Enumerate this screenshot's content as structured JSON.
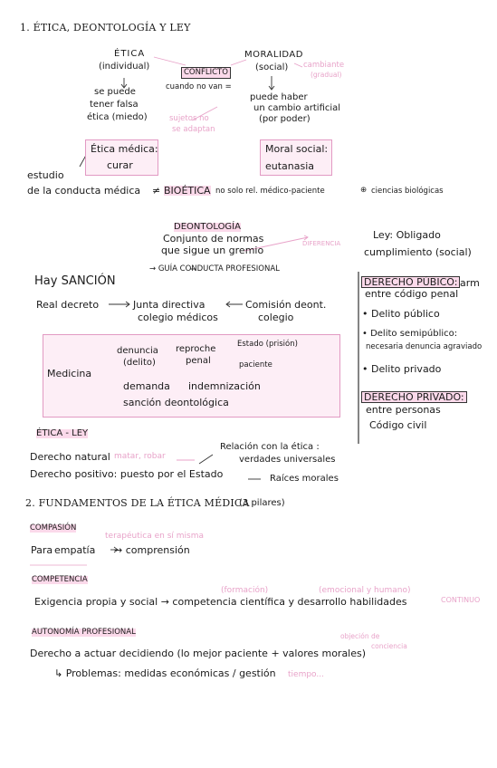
{
  "s1": {
    "heading": "1.   ÉTICA, DEONTOLOGÍA Y LEY",
    "etica": "ÉTICA",
    "individual": "(individual)",
    "se_puede_1": "se puede",
    "se_puede_2": "tener falsa",
    "se_puede_3": "ética  (miedo)",
    "conflicto": "CONFLICTO",
    "cuando": "cuando no van =",
    "moralidad": "MORALIDAD",
    "social": "(social)",
    "cambiante": "cambiante",
    "gradual": "(gradual)",
    "puede_1": "puede haber",
    "puede_2": "un cambio artificial",
    "puede_3": "(por poder)",
    "sujetos_1": "sujetos no",
    "sujetos_2": "se adaptan",
    "etica_medica_1": "Ética médica:",
    "etica_medica_2": "curar",
    "moral_social_1": "Moral social:",
    "moral_social_2": "eutanasia",
    "estudio": "estudio",
    "de_la_conducta": "de la conducta médica",
    "neq": "≠",
    "bioetica": "BIOÉTICA",
    "no_solo": "no solo rel. médico-paciente",
    "oplus": "⊕",
    "ciencias": "ciencias biológicas"
  },
  "deonto": {
    "title": "DEONTOLOGÍA",
    "line1": "Conjunto de normas",
    "line2": "que sigue un gremio",
    "diferencia": "DIFERENCIA",
    "guia": "→ GUÍA CONDUCTA PROFESIONAL",
    "hay_sancion": "Hay SANCIÓN",
    "real_decreto": "Real decreto",
    "junta_1": "Junta directiva",
    "junta_2": "colegio médicos",
    "comision_1": "Comisión deont.",
    "comision_2": "colegio",
    "medicina": "Medicina",
    "denuncia_1": "denuncia",
    "denuncia_2": "(delito)",
    "reproche_1": "reproche",
    "reproche_2": "penal",
    "estado": "Estado (prisión)",
    "paciente": "paciente",
    "demanda": "demanda",
    "indemnizacion": "indemnización",
    "sancion_deont": "sanción deontológica"
  },
  "ley": {
    "ley_1": "Ley: Obligado",
    "ley_2": "cumplimiento  (social)",
    "derecho_publico": "DERECHO PÚBICO:",
    "dp_arm": "arm",
    "dp_sub": "entre código penal",
    "delito_publico": "• Delito público",
    "delito_semi": "• Delito semipúblico:",
    "delito_semi_sub": "necesaria denuncia agraviado",
    "delito_privado": "• Delito privado",
    "derecho_privado": "DERECHO PRIVADO:",
    "dpr_1": "entre personas",
    "dpr_2": "Código civil"
  },
  "etica_ley": {
    "title": "ÉTICA - LEY",
    "natural": "Derecho natural",
    "natural_pk": "matar, robar",
    "relacion_1": "Relación con la ética :",
    "relacion_2": "verdades universales",
    "positivo": "Derecho positivo: puesto por el Estado",
    "raices": "Raíces morales"
  },
  "s2": {
    "heading": "2.  FUNDAMENTOS DE LA ÉTICA MÉDICA",
    "pilares": "(3 pilares)",
    "compasion": "COMPASIÓN",
    "terapeutica": "terapéutica en sí misma",
    "para": "Para",
    "empatia": "empatía",
    "comprension": "→ comprensión",
    "competencia": "COMPETENCIA",
    "formacion": "(formación)",
    "emocional": "(emocional y humano)",
    "exigencia": "Exigencia propia y social → competencia científica y desarrollo habilidades",
    "continuo": "CONTINUO",
    "autonomia": "AUTONOMÍA PROFESIONAL",
    "objecion_1": "objeción  de",
    "objecion_2": "conciencia",
    "derecho_actuar": "Derecho a actuar decidiendo (lo mejor paciente + valores morales)",
    "problemas": "↳ Problemas: medidas económicas / gestión",
    "tiempo": "tiempo..."
  },
  "colors": {
    "pink": "#e8a3c9",
    "pink_fill": "#fdeef6",
    "ink": "#1a1a1a"
  }
}
